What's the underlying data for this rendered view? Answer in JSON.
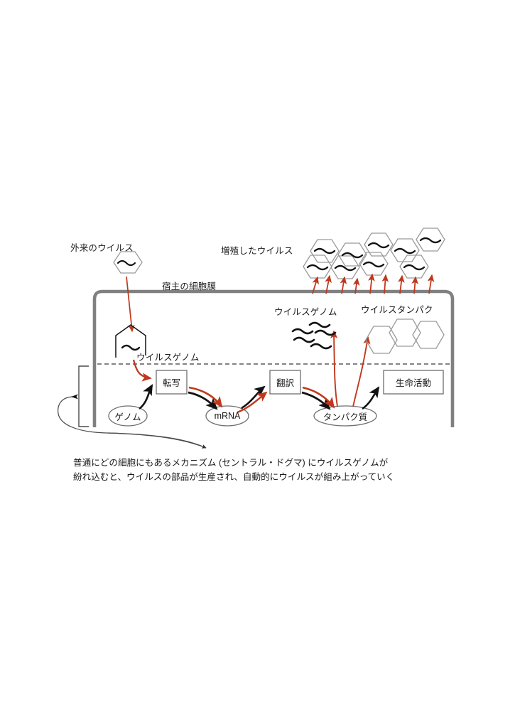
{
  "figure": {
    "title_text": "",
    "labels": {
      "incoming_virus": "外来のウイルス",
      "replicated_virus": "増殖したウイルス",
      "host_cell_membrane": "宿主の細胞膜",
      "viral_genome_inside": "ウイルスゲノム",
      "viral_genome_pool": "ウイルスゲノム",
      "viral_protein": "ウイルスタンパク"
    },
    "pathway": {
      "genome": "ゲノム",
      "transcription": "転写",
      "mrna": "mRNA",
      "translation": "翻訳",
      "protein": "タンパク質",
      "life_activity": "生命活動"
    },
    "caption": {
      "line1": "普通にどの細胞にもあるメカニズム (セントラル・ドグマ) にウイルスゲノムが",
      "line2": "紛れ込むと、ウイルスの部品が生産され、自動的にウイルスが組み上がっていく"
    },
    "colors": {
      "red_arrow": "#c0381c",
      "black_arrow": "#111111",
      "membrane": "#808080",
      "hexagon_outline": "#9a9a9a",
      "text": "#1a1a1a",
      "background": "#ffffff"
    },
    "counts": {
      "assembled_virions": 9,
      "genome_squiggles": 5,
      "free_capsid_hexagons": 3,
      "assembly_arrows": 9
    }
  }
}
